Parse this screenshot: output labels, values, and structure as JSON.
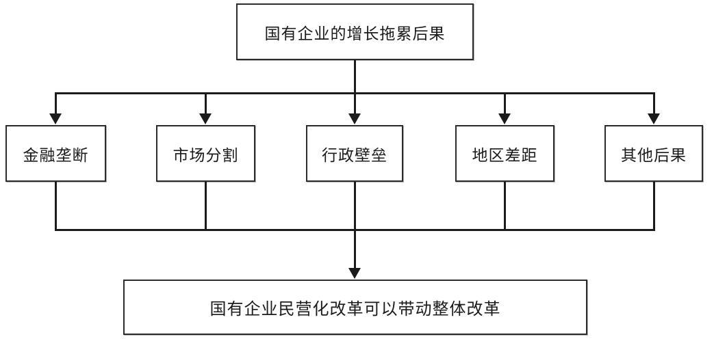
{
  "diagram": {
    "title": "国有企业的增长拖累后果",
    "root": {
      "label": "国有企业的增长拖累后果"
    },
    "consequences": [
      {
        "label": "金融垄断"
      },
      {
        "label": "市场分割"
      },
      {
        "label": "行政壁垒"
      },
      {
        "label": "地区差距"
      },
      {
        "label": "其他后果"
      }
    ],
    "conclusion": {
      "label": "国有企业民营化改革可以带动整体改革"
    },
    "colors": {
      "box_border": "#2b2b2b",
      "box_fill": "#ffffff",
      "connector": "#1b1b1b",
      "text": "#1b1b1b",
      "background": "#ffffff"
    }
  }
}
